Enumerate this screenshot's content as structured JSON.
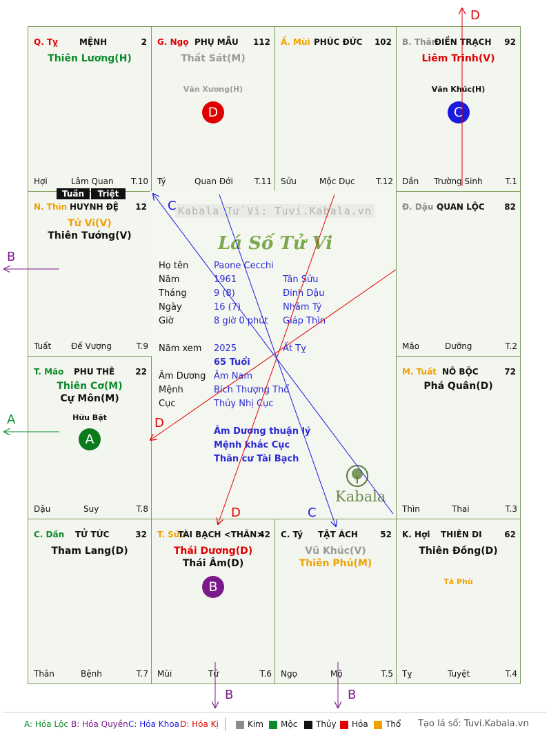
{
  "watermark": "Kabala Tử Vi: Tuvi.Kabala.vn",
  "center_title": "Lá Số Tử Vi",
  "logo_text": "Kabala",
  "cells": {
    "ty": {
      "branch": "Q. Tỵ",
      "palace": "MỆNH",
      "number": "2",
      "stars": [
        "Thiên Lương(H)"
      ],
      "minor": [],
      "pos": "Hợi",
      "stage": "Lâm Quan",
      "t": "T.10"
    },
    "ngo": {
      "branch": "G. Ngọ",
      "palace": "PHỤ MẪU",
      "number": "112",
      "stars": [
        "Thất Sát(M)"
      ],
      "minor": [
        "Văn Xương(H)"
      ],
      "pos": "Tý",
      "stage": "Quan Đới",
      "t": "T.11"
    },
    "mui": {
      "branch": "Ấ. Mùi",
      "palace": "PHÚC ĐỨC",
      "number": "102",
      "stars": [],
      "minor": [],
      "pos": "Sửu",
      "stage": "Mộc Dục",
      "t": "T.12"
    },
    "than": {
      "branch": "B. Thân",
      "palace": "ĐIỀN TRẠCH",
      "number": "92",
      "stars": [
        "Liêm Trinh(V)"
      ],
      "minor": [
        "Văn Khúc(H)"
      ],
      "pos": "Dần",
      "stage": "Trường Sinh",
      "t": "T.1"
    },
    "thin": {
      "branch": "N. Thìn",
      "palace": "HUYNH ĐỆ",
      "number": "12",
      "stars": [
        "Tử Vi(V)",
        "Thiên Tướng(V)"
      ],
      "minor": [],
      "pos": "Tuất",
      "stage": "Đế Vượng",
      "t": "T.9"
    },
    "dau": {
      "branch": "Đ. Dậu",
      "palace": "QUAN LỘC",
      "number": "82",
      "stars": [],
      "minor": [],
      "pos": "Mão",
      "stage": "Dưỡng",
      "t": "T.2"
    },
    "mao": {
      "branch": "T. Mão",
      "palace": "PHU THÊ",
      "number": "22",
      "stars": [
        "Thiên Cơ(M)",
        "Cự Môn(M)"
      ],
      "minor": [
        "Hữu Bật"
      ],
      "pos": "Dậu",
      "stage": "Suy",
      "t": "T.8"
    },
    "tuat": {
      "branch": "M. Tuất",
      "palace": "NÔ BỘC",
      "number": "72",
      "stars": [
        "Phá Quân(D)"
      ],
      "minor": [],
      "pos": "Thìn",
      "stage": "Thai",
      "t": "T.3"
    },
    "dan": {
      "branch": "C. Dần",
      "palace": "TỬ TỨC",
      "number": "32",
      "stars": [
        "Tham Lang(D)"
      ],
      "minor": [],
      "pos": "Thân",
      "stage": "Bệnh",
      "t": "T.7"
    },
    "suu": {
      "branch": "T. Sửu",
      "palace": "TÀI BẠCH <THÂN>",
      "number": "42",
      "stars": [
        "Thái Dương(D)",
        "Thái Âm(D)"
      ],
      "minor": [],
      "pos": "Mùi",
      "stage": "Tử",
      "t": "T.6"
    },
    "ty2": {
      "branch": "C. Tý",
      "palace": "TẬT ÁCH",
      "number": "52",
      "stars": [
        "Vũ Khúc(V)",
        "Thiên Phủ(M)"
      ],
      "minor": [],
      "pos": "Ngọ",
      "stage": "Mộ",
      "t": "T.5"
    },
    "hoi": {
      "branch": "K. Hợi",
      "palace": "THIÊN DI",
      "number": "62",
      "stars": [
        "Thiên Đồng(D)"
      ],
      "minor": [
        "Tả Phù"
      ],
      "pos": "Tỵ",
      "stage": "Tuyệt",
      "t": "T.4"
    }
  },
  "tags": {
    "tuan": "Tuần",
    "triet": "Triệt"
  },
  "badges": {
    "ngo": "D",
    "than": "C",
    "mao": "A",
    "suu": "B"
  },
  "info": {
    "ho_ten_label": "Họ tên",
    "ho_ten": "Paone Cecchi",
    "nam_label": "Năm",
    "nam": "1961",
    "nam_can": "Tân Sửu",
    "thang_label": "Tháng",
    "thang": "9  (8)",
    "thang_can": "Đinh Dậu",
    "ngay_label": "Ngày",
    "ngay": "16  (7)",
    "ngay_can": "Nhâm Tý",
    "gio_label": "Giờ",
    "gio": "8 giờ 0 phút",
    "gio_can": "Giáp Thìn",
    "nam_xem_label": "Năm xem",
    "nam_xem": "2025",
    "nam_xem_can": "Ất Tỵ",
    "tuoi": "65 Tuổi",
    "am_duong_label": "Âm Dương",
    "am_duong": "Âm Nam",
    "menh_label": "Mệnh",
    "menh": "Bích Thượng Thổ",
    "cuc_label": "Cục",
    "cuc": "Thủy Nhị Cục",
    "note1": "Âm Dương thuận lý",
    "note2": "Mệnh khắc Cục",
    "note3": "Thân cư Tài Bạch"
  },
  "arrow_labels": {
    "top_d": "D",
    "left_b": "B",
    "left_a": "A",
    "inner_d_left": "D",
    "inner_c_top": "C",
    "inner_d_bottom": "D",
    "inner_c_bottom": "C",
    "bottom_b1": "B",
    "bottom_b2": "B"
  },
  "legend": {
    "a": "A: Hóa Lộc",
    "b": "B: Hóa Quyền",
    "c": "C: Hóa Khoa",
    "d": "D: Hóa Kị",
    "kim": "Kim",
    "moc": "Mộc",
    "thuy": "Thủy",
    "hoa": "Hỏa",
    "tho": "Thổ",
    "credit": "Tạo lá số: Tuvi.Kabala.vn"
  },
  "colors": {
    "kim": "#8c8c8c",
    "moc": "#0a8a2a",
    "thuy": "#111111",
    "hoa": "#e00000",
    "tho": "#f0a000",
    "blue": "#2a2ad4",
    "purple": "#7a1a8a",
    "green": "#0a7a1a"
  }
}
